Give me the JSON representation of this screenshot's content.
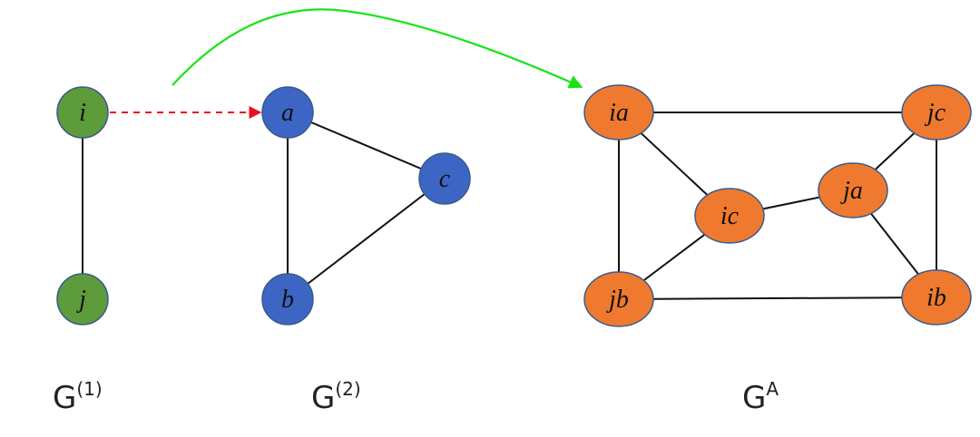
{
  "colors": {
    "g1_node": "#5e9b3a",
    "g2_node": "#3d66c4",
    "ga_node": "#ef7a2f",
    "node_stroke": "#3a5a8c",
    "edge": "#111111",
    "map_arrow": "#e8101a",
    "product_arrow": "#18e418"
  },
  "graphs": {
    "g1": {
      "caption_base": "G",
      "caption_sup": "(1)",
      "nodes": [
        {
          "id": "i",
          "label": "i"
        },
        {
          "id": "j",
          "label": "j"
        }
      ],
      "edges": [
        [
          "i",
          "j"
        ]
      ]
    },
    "g2": {
      "caption_base": "G",
      "caption_sup": "(2)",
      "nodes": [
        {
          "id": "a",
          "label": "a"
        },
        {
          "id": "c",
          "label": "c"
        },
        {
          "id": "b",
          "label": "b"
        }
      ],
      "edges": [
        [
          "a",
          "c"
        ],
        [
          "a",
          "b"
        ],
        [
          "b",
          "c"
        ]
      ]
    },
    "ga": {
      "caption_base": "G",
      "caption_sup": "A",
      "nodes": [
        {
          "id": "ia",
          "label": "ia"
        },
        {
          "id": "jc",
          "label": "jc"
        },
        {
          "id": "ja",
          "label": "ja"
        },
        {
          "id": "ic",
          "label": "ic"
        },
        {
          "id": "jb",
          "label": "jb"
        },
        {
          "id": "ib",
          "label": "ib"
        }
      ],
      "edges": [
        [
          "ia",
          "jc"
        ],
        [
          "ia",
          "ic"
        ],
        [
          "ia",
          "jb"
        ],
        [
          "jc",
          "ja"
        ],
        [
          "jc",
          "ib"
        ],
        [
          "ja",
          "ic"
        ],
        [
          "ja",
          "ib"
        ],
        [
          "ic",
          "jb"
        ],
        [
          "jb",
          "ib"
        ]
      ]
    }
  },
  "arrows": [
    {
      "id": "node-mapping-arrow",
      "style": "dashed",
      "color_key": "map_arrow"
    },
    {
      "id": "product-arrow",
      "style": "solid-curve",
      "color_key": "product_arrow"
    }
  ]
}
